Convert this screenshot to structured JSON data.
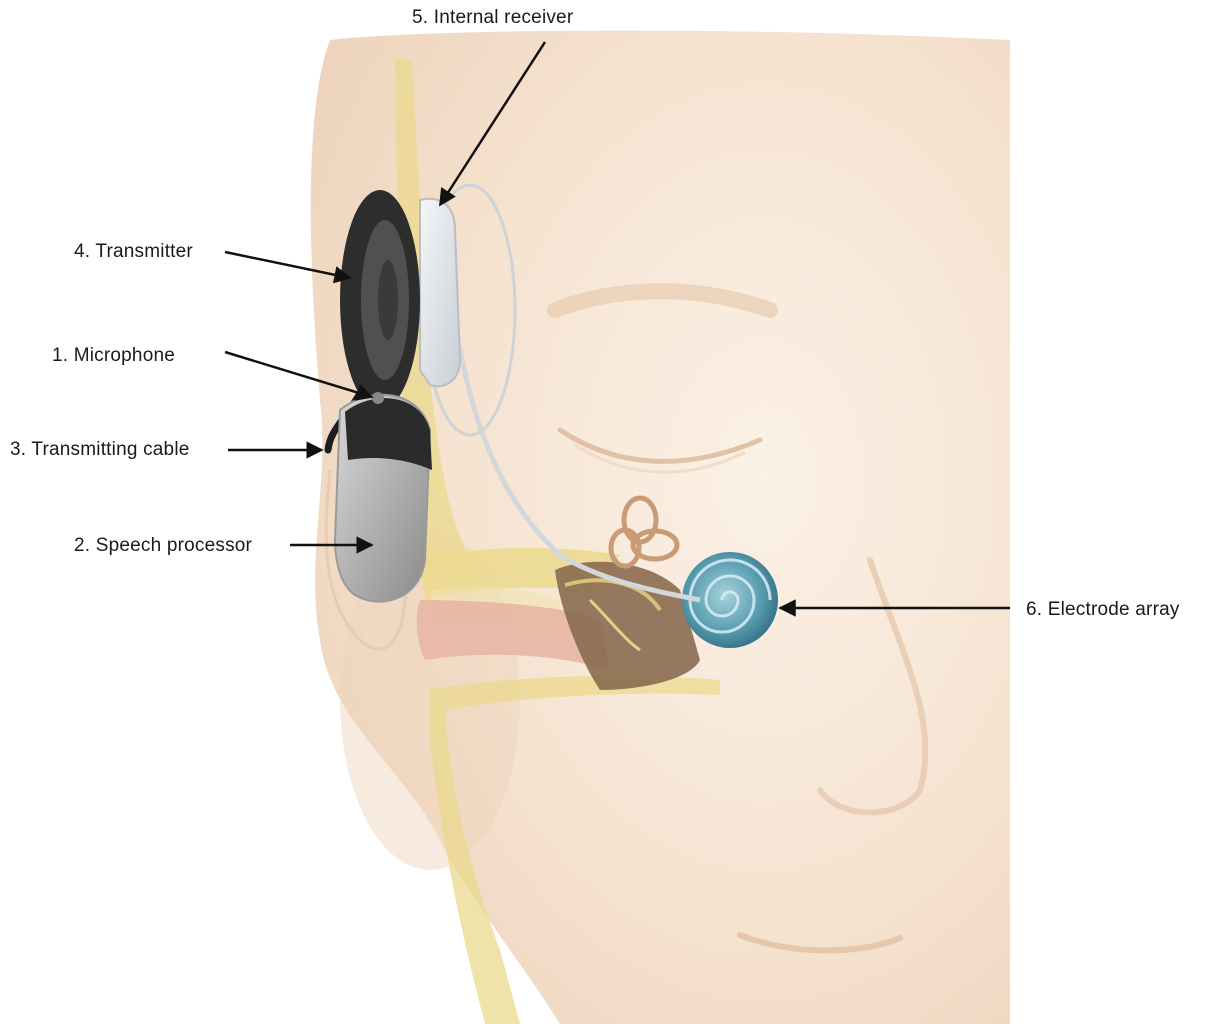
{
  "labels": {
    "microphone": "1.  Microphone",
    "speech_processor": "2.  Speech processor",
    "transmitting_cable": "3.  Transmitting cable",
    "transmitter": "4.  Transmitter",
    "internal_receiver": "5.  Internal receiver",
    "electrode_array": "6.  Electrode array"
  },
  "colors": {
    "skin": "#f6e6d6",
    "skin_shadow": "#edd3bb",
    "bone": "#ebd98c",
    "device_dark": "#3a3a3a",
    "device_gray": "#9d9d9d",
    "cochlea": "#4f93a8",
    "ear_canal": "#e7b6a4",
    "arrow": "#111111"
  }
}
